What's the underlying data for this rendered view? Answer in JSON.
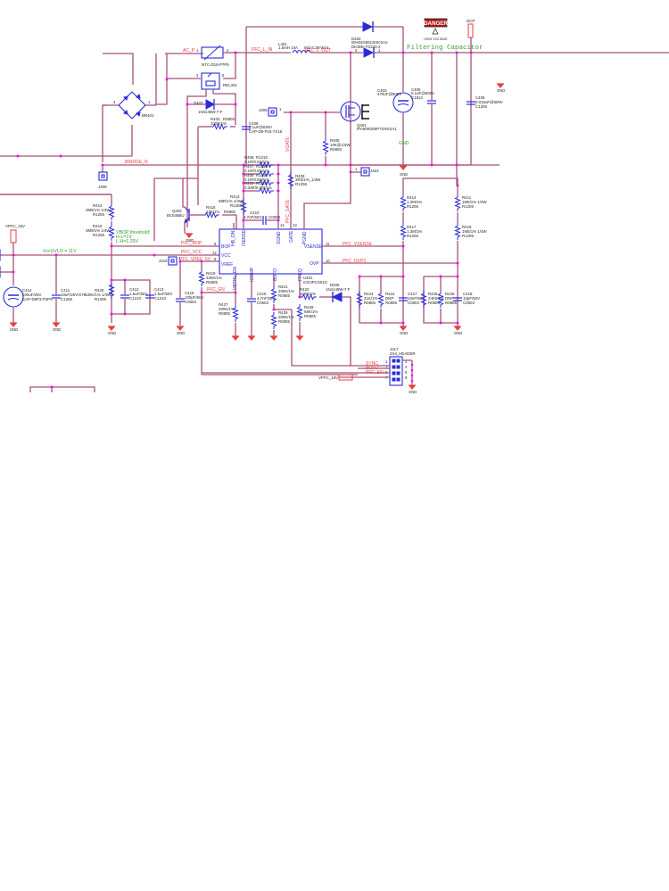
{
  "title_note": "Filtering Capacitor",
  "warning": {
    "badge": "DANGER",
    "caption": "HIGH VOLTAGE"
  },
  "nets": {
    "ac_p": "AC_P",
    "pfc_l_in": "PFC_L_IN",
    "pfc_l_out": "PFC_L_OUT",
    "bridge_n": "BRIDGE_N",
    "pfc_bop": "PFC_BOP",
    "pfc_vcc": "PFC_VCC",
    "pfc_vref": "PFC_VREF_5V",
    "pfc_en": "PFC_EN",
    "pfc_vsense": "PFC_VSENSE",
    "pfc_ovp": "PFC_OVP2",
    "vgate": "VGATE",
    "pfc_gate": "PFC_GATE",
    "vpfc_15v": "VPFC_15V",
    "dcp": "DCP",
    "sync": "SYNC",
    "bofo": "BOFO",
    "pfc_en2": "PFC_EN"
  },
  "notes": {
    "vbop_title": "VBOP threshold:",
    "vbop_hl": "H-L=1V",
    "vbop_lh": "L-H=1.25V",
    "uvlo": "VccUVLO = 11V"
  },
  "components": {
    "ntc": {
      "ref": "NTC-D15-P7P5",
      "pin1": "1",
      "pin2": "2"
    },
    "relay": {
      "ref": "REL401",
      "pin3": "3",
      "pin5": "5"
    },
    "bridge": {
      "ref": "BR401",
      "pin4": "4",
      "pin1": "1"
    },
    "l401": {
      "ref": "L401",
      "val": "1.5mH 10A",
      "pkg": "IND-C38-W16"
    },
    "d402": {
      "ref": "D402",
      "val": "IDH04G65C5XKSA2",
      "pkg": "DIODE-TO220-2",
      "pin2": "2",
      "pin1": "1"
    },
    "d403": {
      "ref": "D403",
      "val": "1N4148W-7-F"
    },
    "r403": {
      "ref": "R403",
      "val": "100R/1%",
      "pkg": "R0805"
    },
    "c408": {
      "ref": "C408",
      "val": "0.1uF@630V",
      "pkg": "CAP-D8-P15-7X18"
    },
    "j405": {
      "ref": "J405",
      "pin": "1"
    },
    "q401": {
      "ref": "Q401",
      "val": "IPA60R280P7SXKSA1"
    },
    "c403": {
      "ref": "C403",
      "val": "470uF@500V"
    },
    "c405": {
      "ref": "C405",
      "val": "0.1uF@600V",
      "pkg": "C1812"
    },
    "c406": {
      "ref": "C406",
      "val": "0.015uF@600V",
      "pkg": "C1206"
    },
    "r405": {
      "ref": "R405",
      "val": "10K@1/4W",
      "pkg": "R0805"
    },
    "rs": [
      {
        "ref": "R406",
        "val": "0.1R/0.5W/1%",
        "pkg": "R1210"
      },
      {
        "ref": "R407",
        "val": "0.1R/0.5W/1%",
        "pkg": "R1210"
      },
      {
        "ref": "R408",
        "val": "0.1R/0.5W/1%",
        "pkg": "R1210"
      },
      {
        "ref": "R410",
        "val": "0.33R/0.5W/1%",
        "pkg": "R1206"
      }
    ],
    "r409": {
      "ref": "R409",
      "val": "3R3/1%_1/4W",
      "pkg": "R1206"
    },
    "j423": {
      "ref": "J423",
      "pin": "1"
    },
    "j409": {
      "ref": "J409",
      "pin": "1"
    },
    "r413": {
      "ref": "R413",
      "val": "68R/1% 1/4W",
      "pkg": "R1206"
    },
    "q402": {
      "ref": "Q402",
      "val": "BC546BU"
    },
    "r415": {
      "ref": "R415",
      "val": "10K/1%",
      "pkg": "R0805"
    },
    "c410": {
      "ref": "C410",
      "val": "4.7nF/50V",
      "pkg": "C0603"
    },
    "r412": {
      "ref": "R412",
      "val": "3M9/1% 1/4W",
      "pkg": "R1206"
    },
    "r416": {
      "ref": "R416",
      "val": "3M9/1% 1/4W",
      "pkg": "R1206"
    },
    "c414": {
      "ref": "C414",
      "val": "100uF/25V",
      "pkg": "CAP-D6P3-P2P5"
    },
    "c411": {
      "ref": "C411",
      "val": "10uF/25V/X7R",
      "pkg": "C1206"
    },
    "r420": {
      "ref": "R420",
      "val": "130K/1% 1/4W",
      "pkg": "R1206"
    },
    "c412": {
      "ref": "C412",
      "val": "1.5uF/50V",
      "pkg": "C1210"
    },
    "c413": {
      "ref": "C413",
      "val": "1.5uF/50V",
      "pkg": "C1210"
    },
    "j416": {
      "ref": "J416",
      "pin": "1"
    },
    "c415": {
      "ref": "C415",
      "val": "100pF/50V",
      "pkg": "C0603"
    },
    "r419": {
      "ref": "R419",
      "val": "330K/1%",
      "pkg": "R0805"
    },
    "r427": {
      "ref": "R427",
      "val": "200K/1%",
      "pkg": "R0805"
    },
    "c416": {
      "ref": "C416",
      "val": "4.7nF/50V",
      "pkg": "C0603"
    },
    "r421": {
      "ref": "R421",
      "val": "200K/1%",
      "pkg": "R0805"
    },
    "r429": {
      "ref": "R429",
      "val": "200K/1%",
      "pkg": "R0805"
    },
    "r422": {
      "ref": "R422",
      "val": "100R/1%",
      "pkg": "R0805"
    },
    "r428": {
      "ref": "R428",
      "val": "68K/1%",
      "pkg": "R0805"
    },
    "d406": {
      "ref": "D406",
      "val": "1N4148W-7-F"
    },
    "u401": {
      "ref": "U401",
      "val": "ICE3PCS01G",
      "pins_top": [
        "HB_ON",
        "ISENSE",
        "SGND",
        "GATE",
        "PGND"
      ],
      "pin_nums_top": [
        "",
        "",
        "14",
        "13",
        ""
      ],
      "left": [
        {
          "num": "9",
          "name": "BOP"
        },
        {
          "num": "12",
          "name": "VCC"
        },
        {
          "num": "8",
          "name": "VREF"
        }
      ],
      "right": [
        {
          "num": "11",
          "name": "VSENSE"
        },
        {
          "num": "10",
          "name": "OVP"
        }
      ],
      "pins_bottom": [
        "VBTHL_EN",
        "ICOMP",
        "BOFO",
        "FREQ"
      ]
    },
    "r414": {
      "ref": "R414",
      "val": "1.3M/1%",
      "pkg": "R1206"
    },
    "r417": {
      "ref": "R417",
      "val": "1.3M/1%",
      "pkg": "R1206"
    },
    "r411": {
      "ref": "R411",
      "val": "1M5/1% 1/4W",
      "pkg": "R1206"
    },
    "r418": {
      "ref": "R418",
      "val": "1M5/1% 1/4W",
      "pkg": "R1206"
    },
    "r423": {
      "ref": "R423",
      "val": "21K/1%",
      "pkg": "R0805"
    },
    "r424": {
      "ref": "R424",
      "val": "DNP",
      "pkg": "R0805"
    },
    "c417": {
      "ref": "C417",
      "val": "10nF/50V",
      "pkg": "C0603"
    },
    "r425": {
      "ref": "R425",
      "val": "24K0/1%",
      "pkg": "R0805"
    },
    "r426": {
      "ref": "R426",
      "val": "DNP",
      "pkg": "R0805"
    },
    "c418": {
      "ref": "C418",
      "val": "10pF/50V",
      "pkg": "C0603"
    },
    "j417": {
      "ref": "J417",
      "val": "2X4_HEADER",
      "pins": [
        "1",
        "2",
        "3",
        "4",
        "5",
        "6",
        "7",
        "8"
      ]
    }
  },
  "gnd_label": "GND"
}
